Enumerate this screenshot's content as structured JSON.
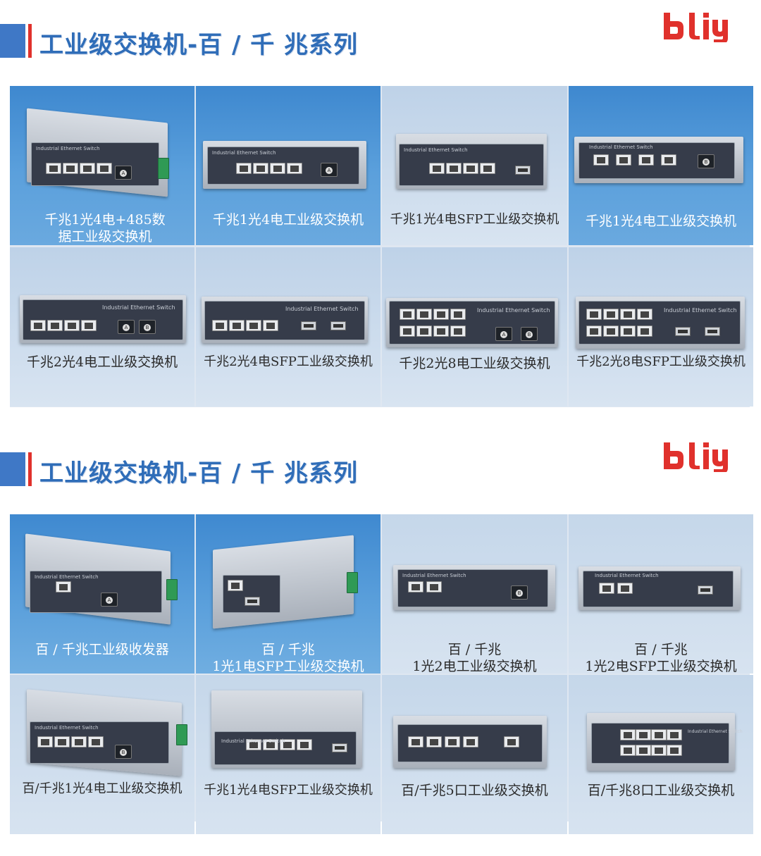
{
  "sections": [
    {
      "title": "工业级交换机-百 / 千 兆系列",
      "products": [
        {
          "caption": "千兆1光4电+485数据工业级交换机"
        },
        {
          "caption": "千兆1光4电工业级交换机"
        },
        {
          "caption": "千兆1光4电SFP工业级交换机"
        },
        {
          "caption": "千兆1光4电工业级交换机"
        },
        {
          "caption": "千兆2光4电工业级交换机"
        },
        {
          "caption": "千兆2光4电SFP工业级交换机"
        },
        {
          "caption": "千兆2光8电工业级交换机"
        },
        {
          "caption": "千兆2光8电SFP工业级交换机"
        }
      ]
    },
    {
      "title": "工业级交换机-百 / 千 兆系列",
      "products": [
        {
          "caption": "百 / 千兆工业级收发器"
        },
        {
          "caption_line1": "百 / 千兆",
          "caption_line2": "1光1电SFP工业级交换机"
        },
        {
          "caption_line1": "百 / 千兆",
          "caption_line2": "1光2电工业级交换机"
        },
        {
          "caption_line1": "百 / 千兆",
          "caption_line2": "1光2电SFP工业级交换机"
        },
        {
          "caption": "百/千兆1光4电工业级交换机"
        },
        {
          "caption": "千兆1光4电SFP工业级交换机"
        },
        {
          "caption": "百/千兆5口工业级交换机"
        },
        {
          "caption": "百/千兆8口工业级交换机"
        }
      ]
    }
  ],
  "device_label": "Industrial Ethernet Switch",
  "colors": {
    "accent_blue": "#3f78c6",
    "accent_red": "#e0312c",
    "title_blue": "#2f6db8",
    "logo_red": "#e0312c"
  }
}
